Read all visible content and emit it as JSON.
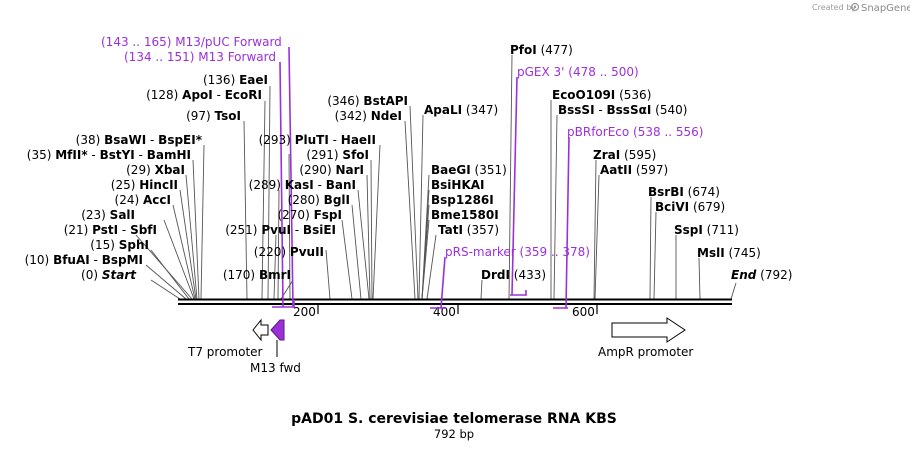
{
  "branding": {
    "created_by": "Created by",
    "app_name": "SnapGene"
  },
  "title": "pAD01 S. cerevisiae telomerase RNA KBS",
  "subtitle": "792 bp",
  "sequence_length": 792,
  "ruler_ticks": [
    {
      "bp": 200,
      "label": "200"
    },
    {
      "bp": 400,
      "label": "400"
    },
    {
      "bp": 600,
      "label": "600"
    }
  ],
  "start_label": {
    "pos": "(0)",
    "name": "Start",
    "bp": 0
  },
  "end_label": {
    "name": "End",
    "pos": "(792)",
    "bp": 792
  },
  "sites": [
    {
      "pos": "(10)",
      "name": "BfuAI",
      "sep": " - ",
      "name2": "BspMI",
      "bp": 10
    },
    {
      "pos": "(15)",
      "name": "SphI",
      "bp": 15
    },
    {
      "pos": "(21)",
      "name": "PstI",
      "sep": " - ",
      "name2": "SbfI",
      "bp": 21
    },
    {
      "pos": "(23)",
      "name": "SalI",
      "bp": 23
    },
    {
      "pos": "(24)",
      "name": "AccI",
      "bp": 24
    },
    {
      "pos": "(25)",
      "name": "HincII",
      "bp": 25
    },
    {
      "pos": "(29)",
      "name": "XbaI",
      "bp": 29
    },
    {
      "pos": "(35)",
      "name": "MfII*",
      "sep": " - ",
      "name2": "BstYI",
      "sep2": " - ",
      "name3": "BamHI",
      "bp": 35
    },
    {
      "pos": "(38)",
      "name": "BsaWI",
      "sep": " - ",
      "name2": "BspEI*",
      "bp": 38
    },
    {
      "pos": "(97)",
      "name": "TsoI",
      "bp": 97
    },
    {
      "pos": "(128)",
      "name": "ApoI",
      "sep": " - ",
      "name2": "EcoRI",
      "bp": 128
    },
    {
      "pos": "(136)",
      "name": "EaeI",
      "bp": 136
    },
    {
      "pos": "(170)",
      "name": "BmrI",
      "bp": 170
    },
    {
      "pos": "(220)",
      "name": "PvuII",
      "bp": 220
    },
    {
      "pos": "(251)",
      "name": "PvuI",
      "sep": " - ",
      "name2": "BsiEI",
      "bp": 251
    },
    {
      "pos": "(270)",
      "name": "FspI",
      "bp": 270
    },
    {
      "pos": "(280)",
      "name": "BglI",
      "bp": 280
    },
    {
      "pos": "(289)",
      "name": "KasI",
      "sep": " - ",
      "name2": "BanI",
      "bp": 289
    },
    {
      "pos": "(290)",
      "name": "NarI",
      "bp": 290
    },
    {
      "pos": "(291)",
      "name": "SfoI",
      "bp": 291
    },
    {
      "pos": "(293)",
      "name": "PluTI",
      "sep": " - ",
      "name2": "HaeII",
      "bp": 293
    },
    {
      "pos": "(342)",
      "name": "NdeI",
      "bp": 342
    },
    {
      "pos": "(346)",
      "name": "BstAPI",
      "bp": 346
    },
    {
      "name": "ApaLI",
      "pos": "(347)",
      "bp": 347
    },
    {
      "name": "BaeGI",
      "pos": "(351)",
      "bp": 351
    },
    {
      "name": "BsiHKAI",
      "bp": 351
    },
    {
      "name": "Bsp1286I",
      "bp": 351
    },
    {
      "name": "Bme1580I",
      "bp": 351
    },
    {
      "name": "TatI",
      "pos": "(357)",
      "bp": 357
    },
    {
      "name": "DrdI",
      "pos": "(433)",
      "bp": 433
    },
    {
      "name": "PfoI",
      "pos": "(477)",
      "bp": 477
    },
    {
      "name": "EcoO109I",
      "pos": "(536)",
      "bp": 536
    },
    {
      "name": "BssSI",
      "sep": " - ",
      "name2": "BssSαI",
      "pos": "(540)",
      "bp": 540
    },
    {
      "name": "ZraI",
      "pos": "(595)",
      "bp": 595
    },
    {
      "name": "AatII",
      "pos": "(597)",
      "bp": 597
    },
    {
      "name": "BsrBI",
      "pos": "(674)",
      "bp": 674
    },
    {
      "name": "BciVI",
      "pos": "(679)",
      "bp": 679
    },
    {
      "name": "SspI",
      "pos": "(711)",
      "bp": 711
    },
    {
      "name": "MslI",
      "pos": "(745)",
      "bp": 745
    }
  ],
  "primers": [
    {
      "range": "(143 .. 165)",
      "name": "M13/pUC Forward",
      "start": 143,
      "end": 165
    },
    {
      "range": "(134 .. 151)",
      "name": "M13 Forward",
      "start": 134,
      "end": 151
    },
    {
      "name": "pGEX 3'",
      "range": "(478 .. 500)",
      "start": 478,
      "end": 500
    },
    {
      "name": "pBRforEco",
      "range": "(538 .. 556)",
      "start": 538,
      "end": 556
    },
    {
      "name": "pRS-marker",
      "range": "(359 .. 378)",
      "start": 359,
      "end": 378
    }
  ],
  "features": [
    {
      "name": "T7 promoter",
      "type": "promoter",
      "direction": "reverse",
      "color": "#ffffff"
    },
    {
      "name": "M13 fwd",
      "type": "primer_bind",
      "direction": "reverse",
      "color": "#9b30d9"
    },
    {
      "name": "AmpR promoter",
      "type": "promoter",
      "direction": "forward",
      "color": "#ffffff"
    }
  ],
  "colors": {
    "backbone": "#000000",
    "primer": "#9b30d9",
    "connector": "#555555",
    "text": "#000000"
  }
}
